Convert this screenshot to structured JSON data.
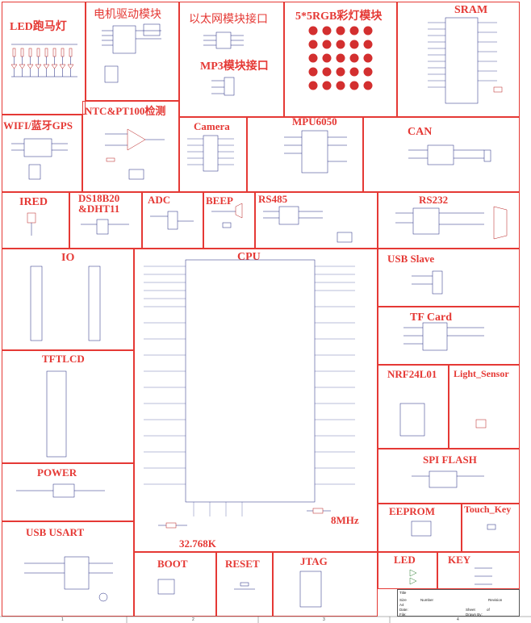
{
  "sections": {
    "led_marquee": "LED跑马灯",
    "motor_driver": "电机驱动模块",
    "ethernet": "以太网模块接口",
    "mp3": "MP3模块接口",
    "rgb_matrix": "5*5RGB彩灯模块",
    "sram": "SRAM",
    "ntc": "NTC&PT100检测",
    "wifi_bt_gps": "WIFI/蓝牙GPS",
    "camera": "Camera",
    "mpu6050": "MPU6050",
    "can": "CAN",
    "ired": "IRED",
    "ds18b20": "DS18B20 &DHT11",
    "adc": "ADC",
    "beep": "BEEP",
    "rs485": "RS485",
    "rs232": "RS232",
    "io": "IO",
    "cpu": "CPU",
    "usb_slave": "USB Slave",
    "tf_card": "TF Card",
    "tftlcd": "TFTLCD",
    "nrf24l01": "NRF24L01",
    "light_sensor": "Light_Sensor",
    "power": "POWER",
    "spi_flash": "SPI FLASH",
    "eeprom": "EEPROM",
    "touch_key": "Touch_Key",
    "crystal_8mhz": "8MHz",
    "crystal_32k": "32.768K",
    "usb_usart": "USB USART",
    "boot": "BOOT",
    "reset": "RESET",
    "jtag": "JTAG",
    "led": "LED",
    "key": "KEY"
  },
  "title_block": {
    "title": "Title",
    "size": "Size",
    "number": "Number",
    "revision": "Revision",
    "sheet_size": "A4",
    "date": "Date:",
    "file": "File:",
    "sheet": "Sheet",
    "of": "of",
    "drawn_by": "Drawn By:"
  },
  "ruler": [
    "1",
    "2",
    "3",
    "4"
  ],
  "colors": {
    "frame": "#e53935",
    "wire": "#1a237e",
    "component": "#b71c1c",
    "rgb_led": "#d32f2f",
    "led_green": "#2e7d32"
  }
}
